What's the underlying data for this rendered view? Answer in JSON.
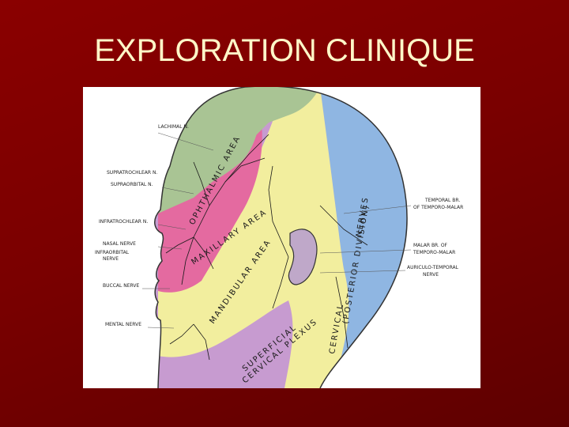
{
  "slide": {
    "title": "EXPLORATION CLINIQUE"
  },
  "colors": {
    "background": "#7a0000",
    "title": "#fff7c8",
    "ophthalmic_area": "#a9c494",
    "maxillary_area": "#e46aa0",
    "mandibular_area": "#f2ee9e",
    "cervical_nerves": "#8fb6e2",
    "superficial_cervical_plexus": "#c79bd0",
    "nerve_lines": "#1a1a1a"
  },
  "labels": {
    "left": [
      "LACHIMAL N.",
      "SUPRATROCHLEAR N.",
      "SUPRAORBITAL N.",
      "INFRATROCHLEAR N.",
      "NASAL NERVE",
      "INFRAORBITAL",
      "NERVE",
      "BUCCAL NERVE",
      "MENTAL NERVE"
    ],
    "right": [
      "TEMPORAL BR.",
      "OF TEMPORO-MALAR",
      "MALAR BR. OF",
      "TEMPORO-MALAR",
      "AURICULO-TEMPORAL",
      "NERVE"
    ]
  },
  "regions": {
    "ophthalmic": "OPHTHALMIC AREA",
    "maxillary": "MAXILLARY AREA",
    "mandibular": "MANDIBULAR AREA",
    "superficial": "SUPERFICIAL",
    "cervical_plexus": "CERVICAL PLEXUS",
    "cervical": "CERVICAL",
    "nerves": "NERVES",
    "posterior_division": "(POSTERIOR DIVISION)"
  }
}
